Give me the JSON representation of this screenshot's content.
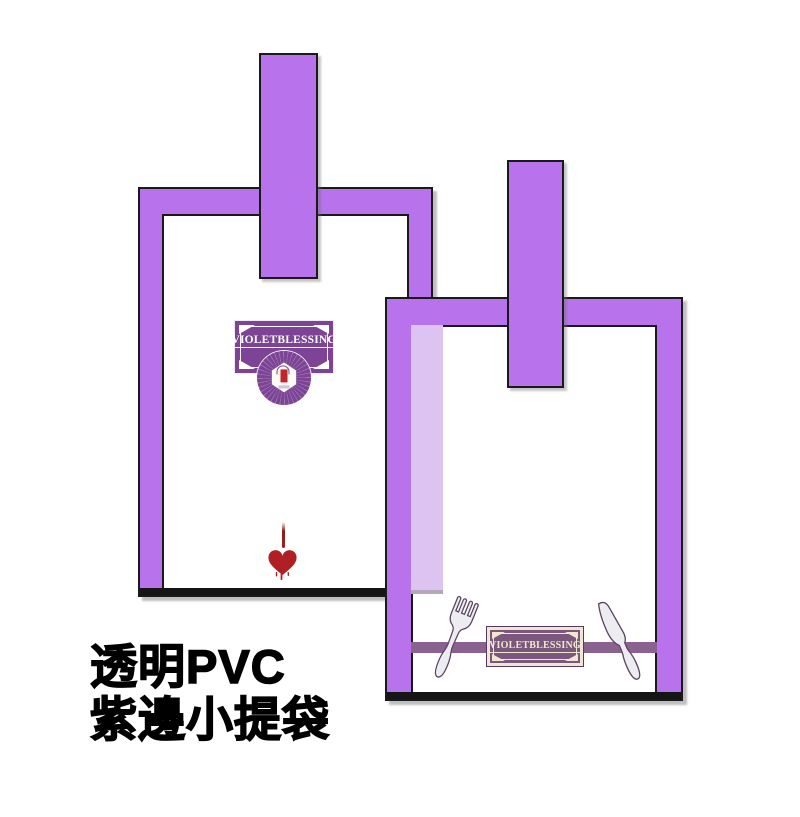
{
  "caption": {
    "line1": "透明PVC",
    "line2": "紫邊小提袋"
  },
  "left_bag": {
    "brand_label": "VIOLETBLESSING"
  },
  "right_bag": {
    "brand_label": "VIOLETBLESSING"
  },
  "colors": {
    "bag_purple": "#b873ec",
    "bag_outline": "#1a1a1a",
    "pvc_tint": "#dcc3f2",
    "left_badge_purple": "#7d4394",
    "right_label_purple": "#7b577c",
    "ribbon_band": "#8a6290",
    "cream": "#efe7d3",
    "heart_red": "#b01f24",
    "cutlery_fill": "#ededf1",
    "cutlery_outline": "#5a4462"
  },
  "icons": {
    "emblem": "crest-emblem-icon",
    "fork": "fork-icon",
    "knife": "knife-icon",
    "heart": "heart-icon"
  }
}
